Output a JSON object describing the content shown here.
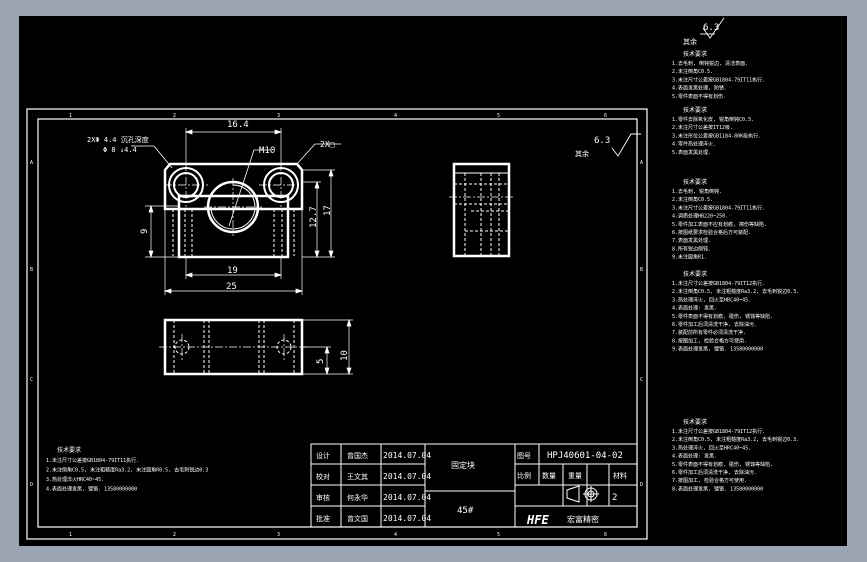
{
  "drawing": {
    "zone_columns": [
      "1",
      "2",
      "3",
      "4",
      "5",
      "6"
    ],
    "zone_rows": [
      "A",
      "B",
      "C",
      "D"
    ],
    "dimensions": {
      "top_width": "16.4",
      "thread": "M10",
      "chamfer": "2X□",
      "counterbore": "2XΦ  4.4 沉孔深度",
      "counterbore_sub": "Φ 8 ↓4.4",
      "height_inner": "12.7",
      "height_outer": "17",
      "left_height": "9",
      "width_inner": "19",
      "width_outer": "25",
      "bottom_small": "5",
      "bottom_height": "10"
    },
    "roughness_main": {
      "value": "6.3",
      "label": "其余"
    },
    "roughness_side": {
      "value": "6.3",
      "label": "其余"
    },
    "material": "45#",
    "drawing_number": "HPJ40601-04-02",
    "company_logo": "HFE",
    "company_name": "宏富精密",
    "sheet_number": "2",
    "title_block": {
      "roles": [
        "设计",
        "校对",
        "审核",
        "批准"
      ],
      "names": [
        "曾国杰",
        "王文其",
        "何永华",
        "曾文国"
      ],
      "dates": [
        "2014.07.04",
        "2014.07.04",
        "2014.07.04",
        "2014.07.04"
      ],
      "part_name": "固定块",
      "number_label": "图号",
      "headers": [
        "比例",
        "数量",
        "重量",
        "材料"
      ]
    },
    "note_title": "技术要求",
    "notes_inside": [
      "1.未注尺寸公差按GB1804-79IT11执行.",
      "2.未注倒角C0.5, 未注粗糙度Ra3.2, 未注圆角R0.5, 去毛刺锐边0.3",
      "3.热处理淬火HRC40~45.",
      "4.表面处理发黑, 镀铬.  13580000000"
    ],
    "side_notes": [
      {
        "title": "技术要求",
        "lines": [
          "1.去毛刺, 倒钝锐边, 清洁表面.",
          "2.未注倒角C0.5.",
          "3.未注尺寸公差按GB1804-79IT11执行.",
          "4.表面发黑处理, 防锈.",
          "5.零件表面不得有划伤."
        ]
      },
      {
        "title": "技术要求",
        "lines": [
          "1.零件去除氧化皮, 锐角倒钝C0.5.",
          "2.未注尺寸公差按IT12级.",
          "3.未注形位公差按GB1184-80K级执行.",
          "4.零件热处理淬火.",
          "5.表面发黑处理."
        ]
      },
      {
        "title": "技术要求",
        "lines": [
          "1.去毛刺, 锐角倒钝.",
          "2.未注倒角C0.5.",
          "3.未注尺寸公差按GB1804-79IT11执行.",
          "4.调质处理HB220~250.",
          "5.零件加工表面不应有划痕, 擦伤等缺陷.",
          "6.按图纸要求检验合格后方可装配.",
          "7.表面发黑处理.",
          "8.所有锐边倒钝.",
          "9.未注圆角R1."
        ]
      },
      {
        "title": "技术要求",
        "lines": [
          "1.未注尺寸公差按GB1804-79IT12执行.",
          "2.未注倒角C0.5, 未注粗糙度Ra3.2, 去毛刺锐边0.3.",
          "3.热处理淬火, 回火至HRC40~45.",
          "4.表面处理: 发黑.",
          "5.零件表面不得有划痕, 碰伤, 锈蚀等缺陷.",
          "6.零件加工后须清洗干净, 去除油污.",
          "7.装配前所有零件必须清洗干净.",
          "8.按图加工, 检验合格方可使用.",
          "9.表面处理发黑, 镀铬.  13580000000"
        ]
      },
      {
        "title": "技术要求",
        "lines": [
          "1.未注尺寸公差按GB1804-79IT12执行.",
          "2.未注倒角C0.5, 未注粗糙度Ra3.2, 去毛刺锐边0.3.",
          "3.热处理淬火, 回火至HRC40~45.",
          "4.表面处理: 发黑.",
          "5.零件表面不得有划痕, 碰伤, 锈蚀等缺陷.",
          "6.零件加工后须清洗干净, 去除油污.",
          "7.按图加工, 检验合格方可使用.",
          "8.表面处理发黑, 镀铬.  13580000000"
        ]
      }
    ]
  }
}
